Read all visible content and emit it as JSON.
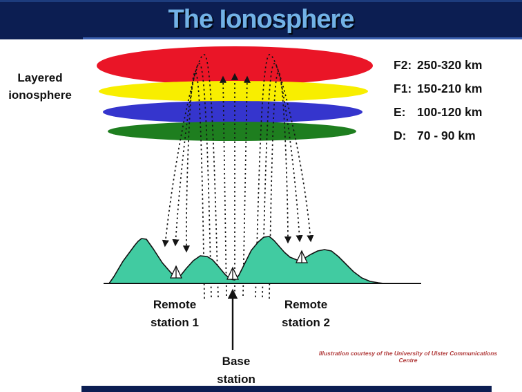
{
  "slide": {
    "title": "The Ionosphere",
    "caption": "Illustration courtesy of the University of Ulster Communications Centre"
  },
  "ionosphere": {
    "heading": [
      "Layered",
      "ionosphere"
    ],
    "layers": [
      {
        "prefix": "F2:",
        "range": "250-320 km",
        "color": "#ea1527"
      },
      {
        "prefix": "F1:",
        "range": "150-210 km",
        "color": "#f8ee00"
      },
      {
        "prefix": "E:",
        "range": "100-120 km",
        "color": "#3535cd"
      },
      {
        "prefix": "D:",
        "range": "70 - 90 km",
        "color": "#1e7e1f"
      }
    ]
  },
  "ground": {
    "terrain_color": "#41cba1",
    "remote1": [
      "Remote",
      "station 1"
    ],
    "remote2": [
      "Remote",
      "station 2"
    ],
    "base": [
      "Base",
      "station"
    ]
  },
  "theme": {
    "header_bg": "#0c1e52",
    "header_accent": "#3a5fae",
    "title_color": "#72b2e6",
    "caption_color": "#b13c3c",
    "arrow_color": "#141414"
  }
}
